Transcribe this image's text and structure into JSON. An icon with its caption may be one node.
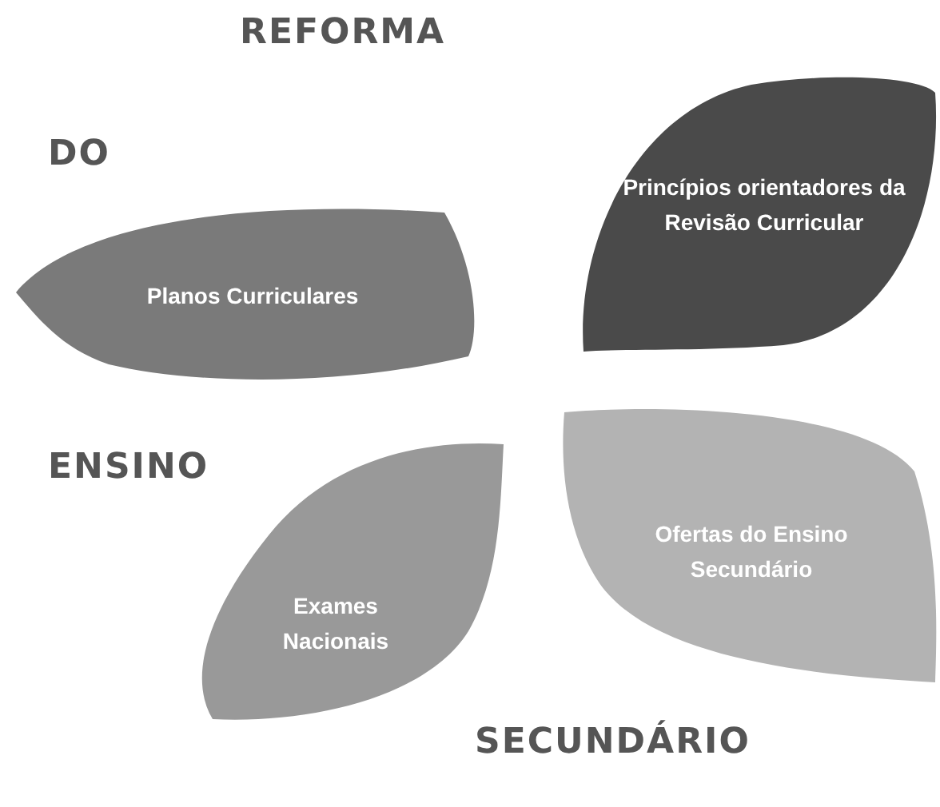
{
  "diagram": {
    "nodes": [
      {
        "text": [
          "Princípios orientadores da Revisão Curricular"
        ]
      },
      {
        "text": [
          "Planos Curriculares"
        ]
      },
      {
        "text": [
          "Ofertas do Ensino Secundário"
        ]
      },
      {
        "text": [
          "Exames Nacionais"
        ]
      }
    ],
    "edges": [],
    "labels": [
      "REFORMA",
      "DO",
      "ENSINO",
      "SECUNDÁRIO"
    ]
  }
}
